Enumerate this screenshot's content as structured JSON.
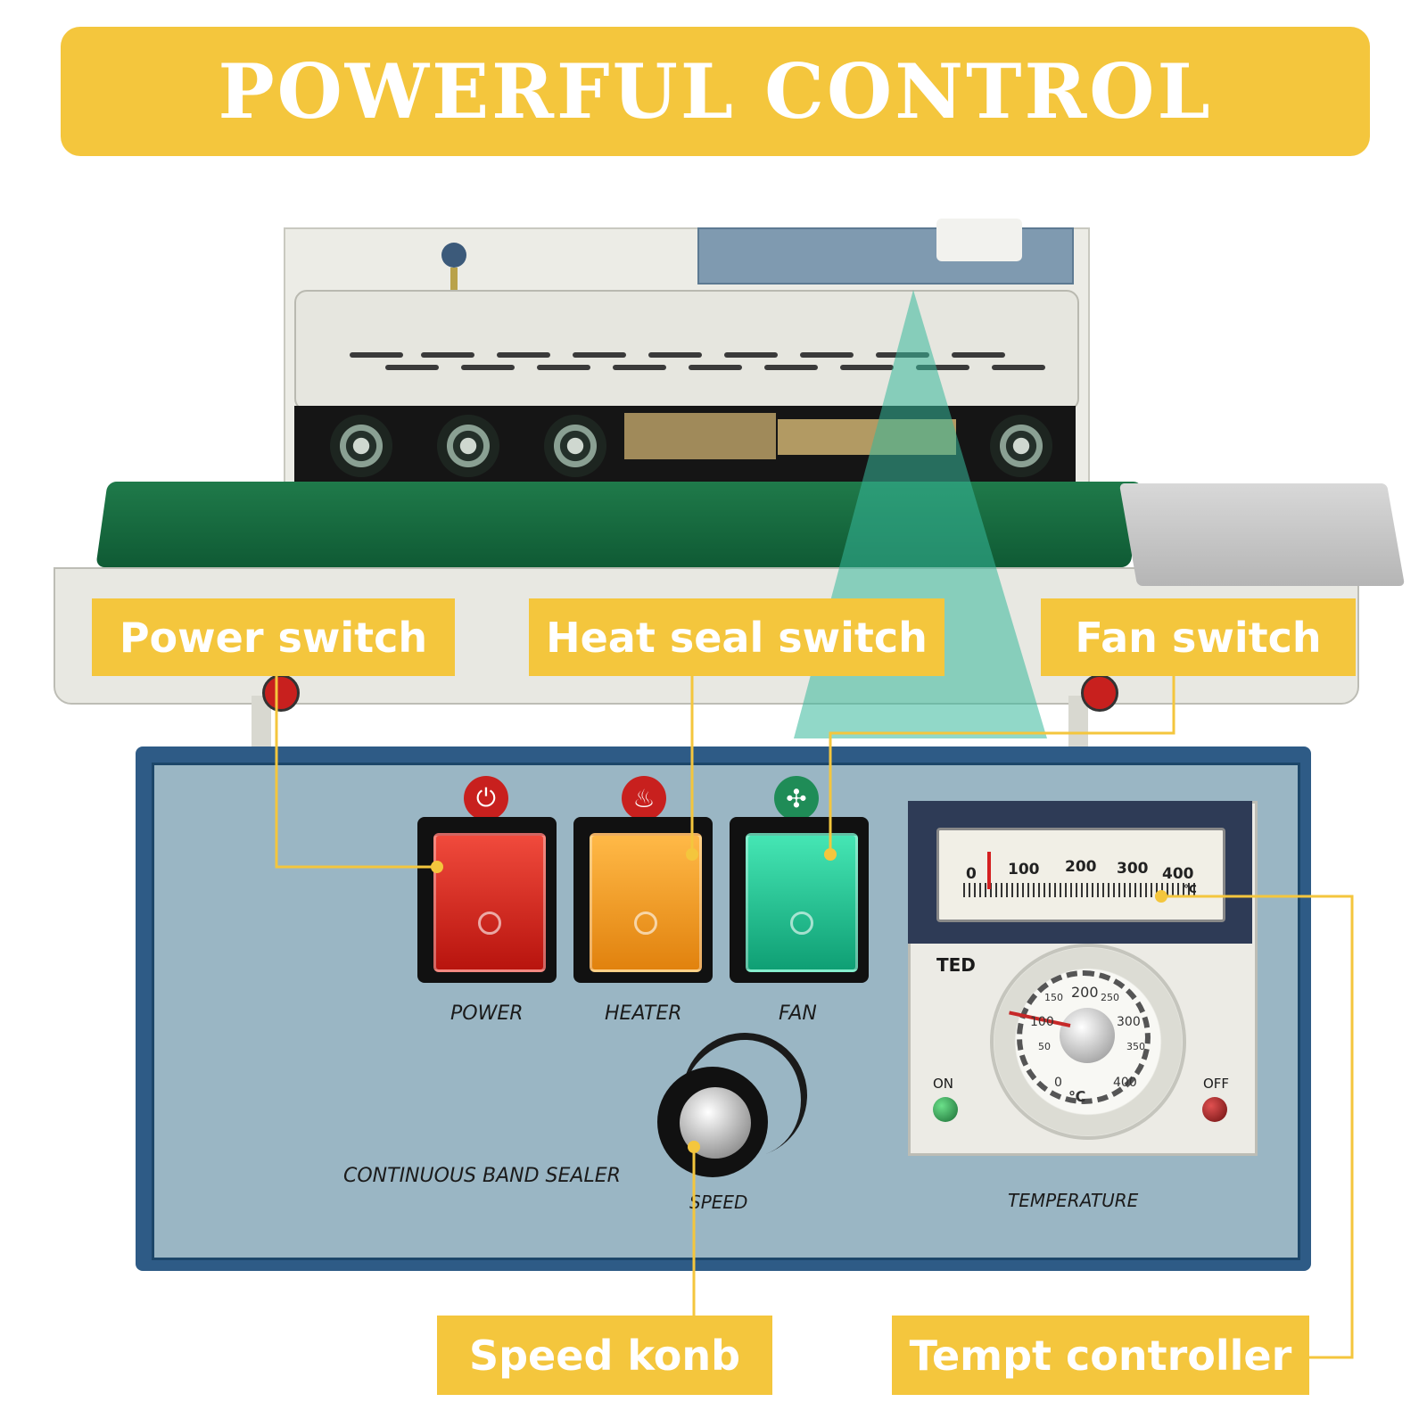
{
  "title": "POWERFUL CONTROL PANEL",
  "colors": {
    "banner_yellow": "#f4c63d",
    "panel_blue": "#2e5b86",
    "panel_face": "#9ab6c4",
    "power_red": "#d7261e",
    "heater_orange": "#f39c1e",
    "fan_green": "#1fbf8f",
    "icon_red": "#c8201e",
    "icon_green": "#1f8c57",
    "beam": "#37b89a"
  },
  "callouts": {
    "power_switch": "Power switch",
    "heat_seal_switch": "Heat seal switch",
    "fan_switch": "Fan switch",
    "speed_knob": "Speed konb",
    "tempt_controller": "Tempt controller"
  },
  "panel": {
    "switches": [
      {
        "label": "POWER",
        "icon": "power-icon",
        "color": "#d7261e"
      },
      {
        "label": "HEATER",
        "icon": "heater-icon",
        "color": "#f39c1e"
      },
      {
        "label": "FAN",
        "icon": "fan-icon",
        "color": "#1fbf8f"
      }
    ],
    "model_text": "CONTINUOUS BAND SEALER",
    "speed_label": "SPEED",
    "temperature_label": "TEMPERATURE"
  },
  "temp_controller": {
    "brand": "TED",
    "meter_scale": [
      "0",
      "100",
      "200",
      "300",
      "400"
    ],
    "meter_unit": "°C",
    "dial_numbers": [
      "0",
      "50",
      "100",
      "150",
      "200",
      "250",
      "300",
      "350",
      "400"
    ],
    "dial_unit": "℃",
    "on_label": "ON",
    "off_label": "OFF"
  }
}
